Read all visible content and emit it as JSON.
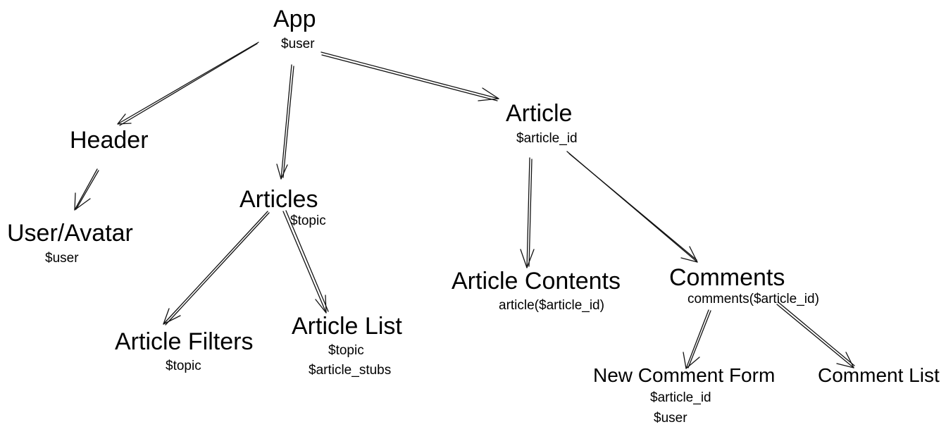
{
  "nodes": {
    "app": {
      "title": "App",
      "vars": [
        "$user"
      ]
    },
    "header": {
      "title": "Header",
      "vars": []
    },
    "user_avatar": {
      "title": "User/Avatar",
      "vars": [
        "$user"
      ]
    },
    "articles": {
      "title": "Articles",
      "vars": [
        "$topic"
      ]
    },
    "article_filters": {
      "title": "Article Filters",
      "vars": [
        "$topic"
      ]
    },
    "article_list": {
      "title": "Article List",
      "vars": [
        "$topic",
        "$article_stubs"
      ]
    },
    "article": {
      "title": "Article",
      "vars": [
        "$article_id"
      ]
    },
    "article_contents": {
      "title": "Article Contents",
      "vars": [
        "article($article_id)"
      ]
    },
    "comments": {
      "title": "Comments",
      "vars": [
        "comments($article_id)"
      ]
    },
    "new_comment_form": {
      "title": "New Comment Form",
      "vars": [
        "$article_id",
        "$user"
      ]
    },
    "comment_list": {
      "title": "Comment List",
      "vars": []
    }
  },
  "edges": [
    {
      "from": "App",
      "to": "Header"
    },
    {
      "from": "App",
      "to": "Articles"
    },
    {
      "from": "App",
      "to": "Article"
    },
    {
      "from": "Header",
      "to": "User/Avatar"
    },
    {
      "from": "Articles",
      "to": "Article Filters"
    },
    {
      "from": "Articles",
      "to": "Article List"
    },
    {
      "from": "Article",
      "to": "Article Contents"
    },
    {
      "from": "Article",
      "to": "Comments"
    },
    {
      "from": "Comments",
      "to": "New Comment Form"
    },
    {
      "from": "Comments",
      "to": "Comment List"
    }
  ]
}
